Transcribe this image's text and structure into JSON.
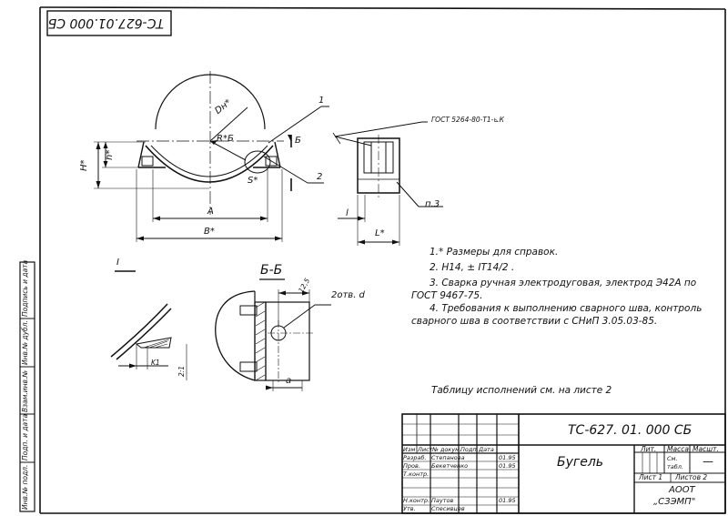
{
  "designation_inverted": "ТС-627.01.000 СБ",
  "drawing": {
    "callout_1": "1",
    "callout_2": "2",
    "dim_dn": "Dн*",
    "dim_r": "R*Б",
    "dim_s": "S*",
    "dim_h": "H*",
    "dim_h2": "h*",
    "dim_a": "A",
    "dim_b": "B*",
    "section_mark": "Б",
    "weld_symbol": "ГОСТ 5264-80-Т1-⊾К",
    "callout_p3": "п.3",
    "dim_l": "l",
    "dim_L": "L*",
    "view_mark": "I",
    "section_title": "Б-Б",
    "dim_k1": "K1",
    "dim_2_1": "2:1",
    "dim_12_5": "12,5",
    "holes": "2отв. d",
    "dim_a_small": "a"
  },
  "notes": [
    "1.* Размеры для справок.",
    "2. H14, ± IT14/2 .",
    "3. Сварка ручная электродуговая, электрод Э42А по",
    "ГОСТ 9467-75.",
    "4. Требования к выполнению сварного шва, контроль",
    "сварного шва в соответствии с СНиП 3.05.03-85."
  ],
  "table_note": "Таблицу исполнений см. на листе 2",
  "left_strip": [
    "Инв.№ подл.",
    "Подп. и дата",
    "Взам.инв.№",
    "Инв.№ дубл.",
    "Подпись и дата"
  ],
  "title_block": {
    "designation": "ТС-627. 01. 000 СБ",
    "name": "Бугель",
    "col_headers": [
      "Изм",
      "Лист",
      "№ докум.",
      "Подп.",
      "Дата"
    ],
    "rows": [
      {
        "role": "Разраб.",
        "person": "Степанова",
        "date": "01.95"
      },
      {
        "role": "Пров.",
        "person": "Бекетченко",
        "date": "01.95"
      },
      {
        "role": "Т.контр.",
        "person": "",
        "date": ""
      },
      {
        "role": "Н.контр.",
        "person": "Паутов",
        "date": "01.95"
      },
      {
        "role": "Утв.",
        "person": "Спесивцев",
        "date": ""
      }
    ],
    "lit_label": "Лит.",
    "mass_label": "Масса",
    "scale_label": "Масшт.",
    "mass_value": "См. табл.",
    "scale_value": "—",
    "sheet": "Лист 1",
    "sheets": "Листов 2",
    "org_line1": "АООТ",
    "org_line2": "„СЗЭМП\""
  }
}
